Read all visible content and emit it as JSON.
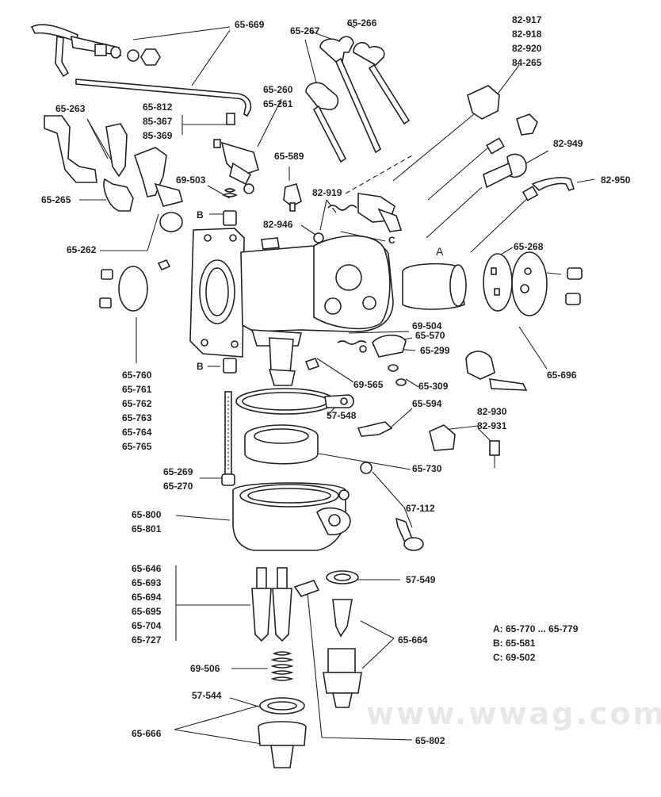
{
  "labels": {
    "l65669": "65-669",
    "l65267": "65-267",
    "l65266": "65-266",
    "l82917": "82-917",
    "l82918": "82-918",
    "l82920": "82-920",
    "l84265": "84-265",
    "l65263": "65-263",
    "l65812": "65-812",
    "l85367": "85-367",
    "l85369": "85-369",
    "l65260": "65-260",
    "l65261": "65-261",
    "l65589": "65-589",
    "l82949": "82-949",
    "l82950": "82-950",
    "l69503": "69-503",
    "l65265": "65-265",
    "lB1": "B",
    "l82919": "82-919",
    "l82946": "82-946",
    "lC": "C",
    "l65262": "65-262",
    "lA": "A",
    "l65268": "65-268",
    "l69504": "69-504",
    "l65570": "65-570",
    "l65299": "65-299",
    "l65696": "65-696",
    "l65760": "65-760",
    "l65761": "65-761",
    "l65762": "65-762",
    "l65763": "65-763",
    "l65764": "65-764",
    "l65765": "65-765",
    "lB2": "B",
    "l69565": "69-565",
    "l65309": "65-309",
    "l57548": "57-548",
    "l65594": "65-594",
    "l82930": "82-930",
    "l82931": "82-931",
    "l65269": "65-269",
    "l65270": "65-270",
    "l65730": "65-730",
    "l67112": "67-112",
    "l65800": "65-800",
    "l65801": "65-801",
    "l65646": "65-646",
    "l65693": "65-693",
    "l65694": "65-694",
    "l65695": "65-695",
    "l65704": "65-704",
    "l65727": "65-727",
    "l57549": "57-549",
    "l65664": "65-664",
    "l69506": "69-506",
    "l57544": "57-544",
    "l65666": "65-666",
    "l65802": "65-802"
  },
  "legend": {
    "a": "A: 65-770 ... 65-779",
    "b": "B: 65-581",
    "c": "C: 69-502"
  },
  "watermark": "www.wwag.com"
}
